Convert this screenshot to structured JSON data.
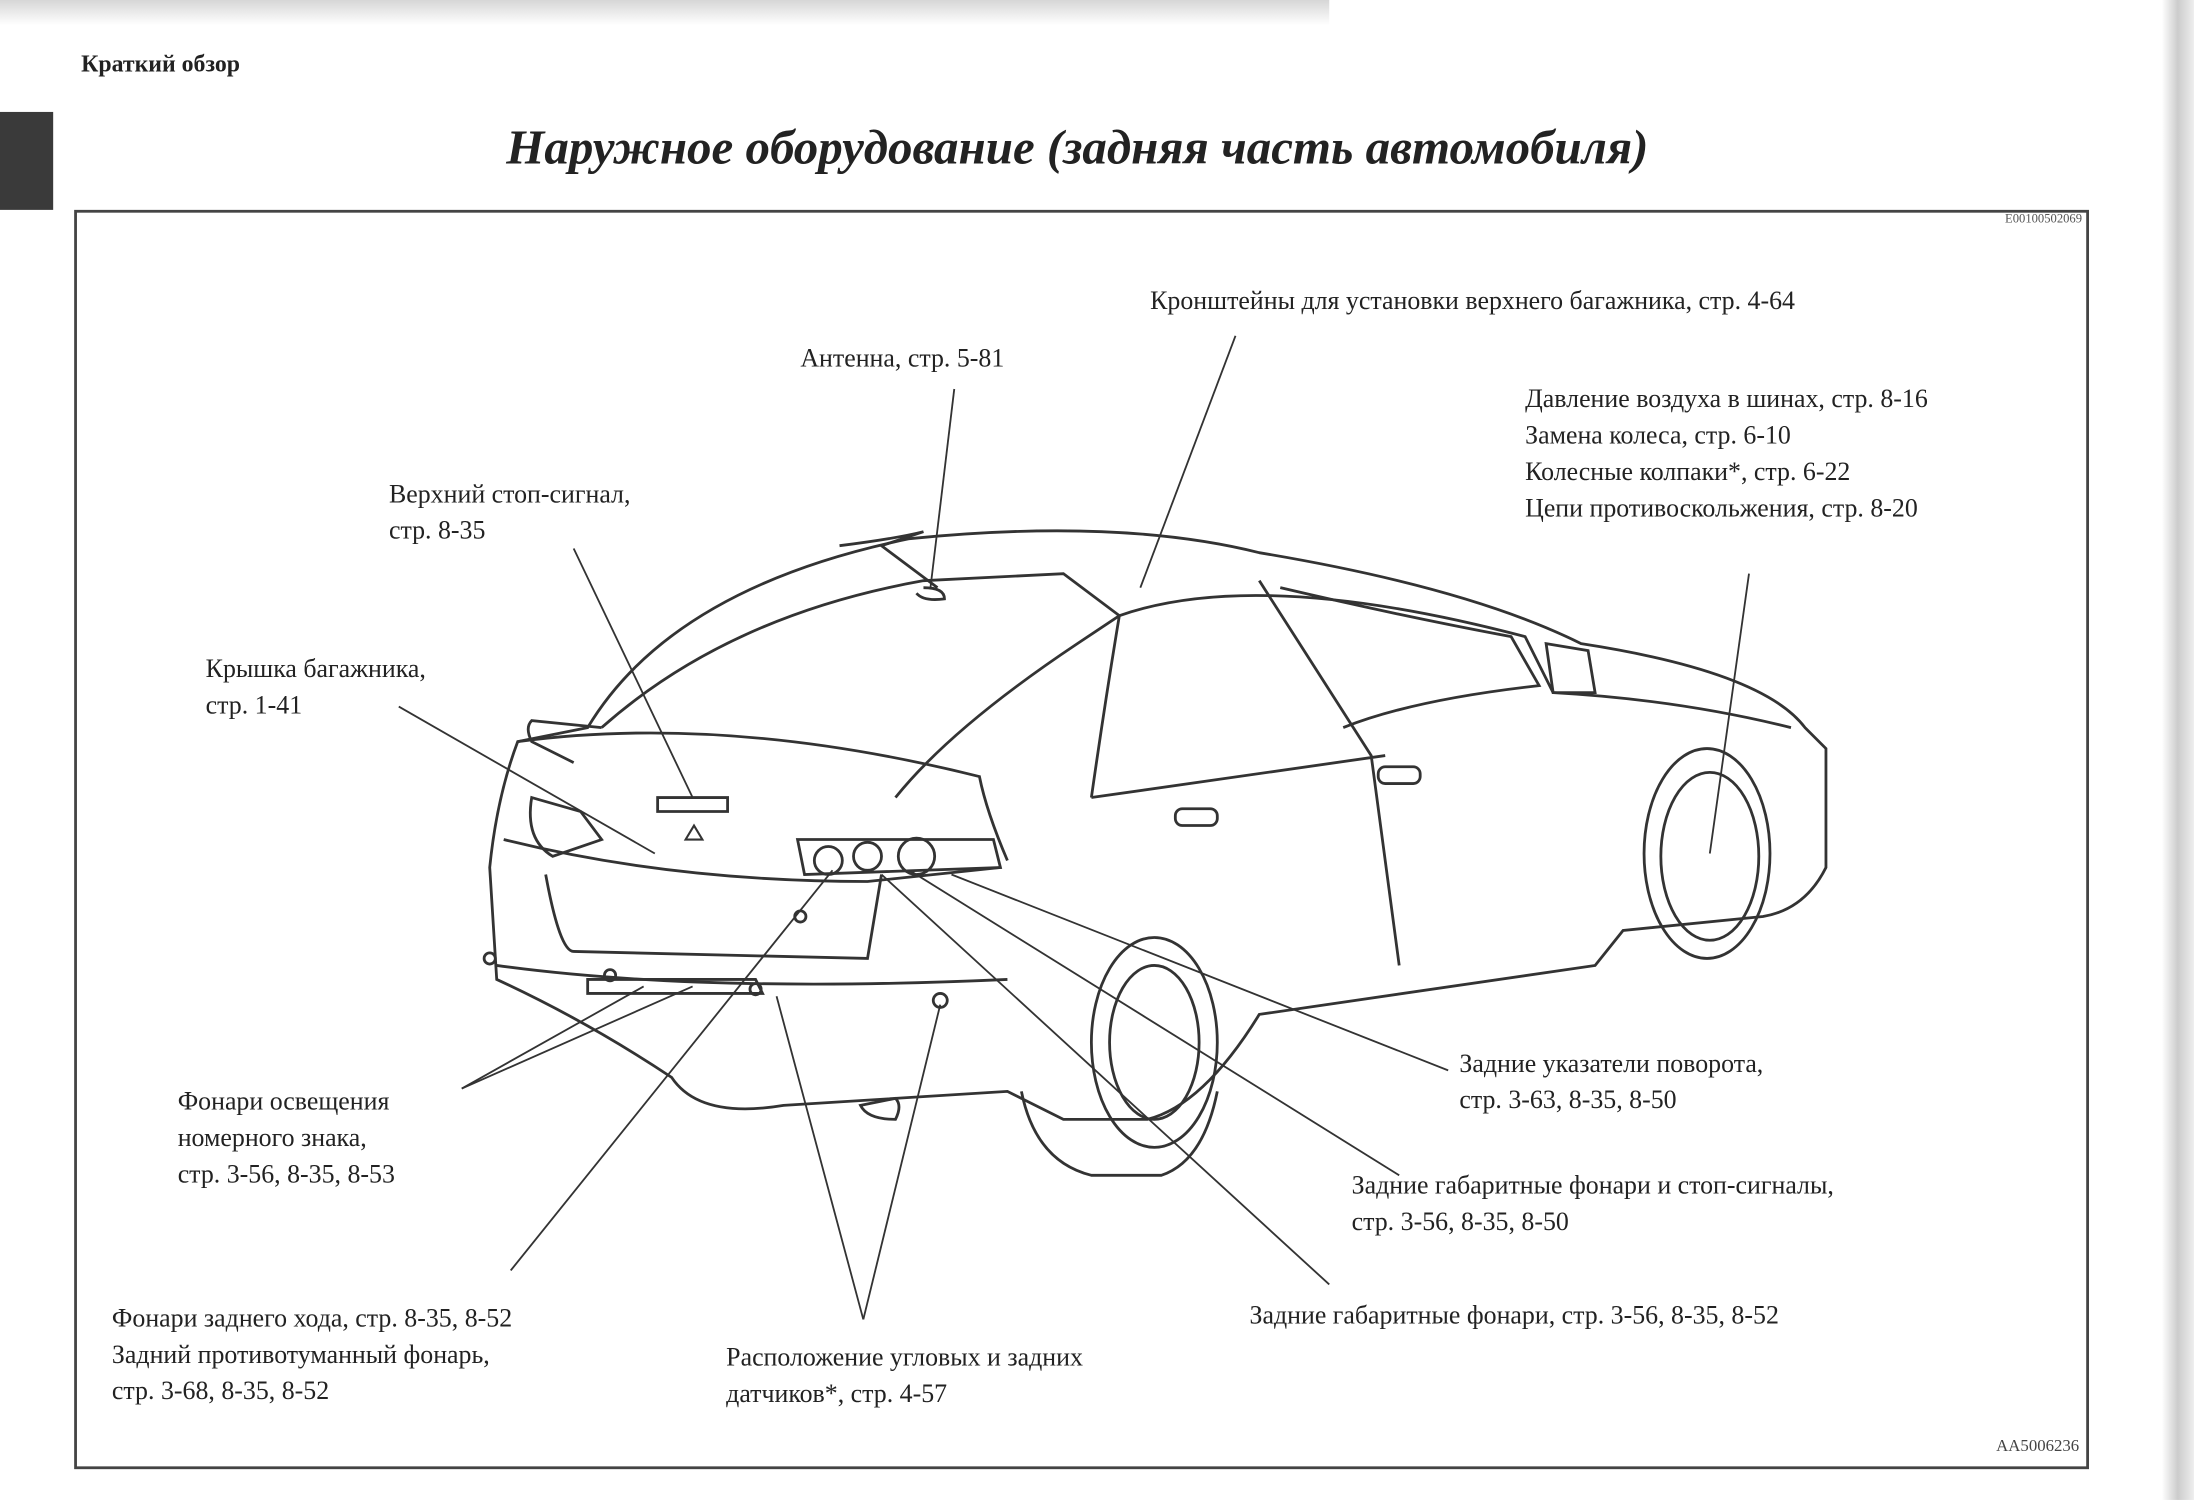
{
  "header": {
    "section": "Краткий обзор",
    "title": "Наружное оборудование (задняя часть автомобиля)",
    "code": "E00100502069"
  },
  "labels": {
    "roof": "Кронштейны для установки верхнего багажника, стр. 4-64",
    "antenna": "Антенна, стр. 5-81",
    "tires": [
      "Давление воздуха в шинах, стр. 8-16",
      "Замена колеса, стр. 6-10",
      "Колесные колпаки*, стр. 6-22",
      "Цепи противоскольжения, стр. 8-20"
    ],
    "brake": [
      "Верхний стоп-сигнал,",
      "стр. 8-35"
    ],
    "trunk": [
      "Крышка багажника,",
      "стр. 1-41"
    ],
    "plate": [
      "Фонари освещения",
      "номерного знака,",
      "стр. 3-56, 8-35, 8-53"
    ],
    "turn": [
      "Задние указатели поворота,",
      "стр. 3-63, 8-35, 8-50"
    ],
    "tailstop": [
      "Задние габаритные фонари и стоп-сигналы,",
      "стр. 3-56, 8-35, 8-50"
    ],
    "tail": "Задние габаритные фонари, стр. 3-56, 8-35, 8-52",
    "reverse": [
      "Фонари заднего хода, стр. 8-35, 8-52",
      "Задний противотуманный фонарь,",
      "стр. 3-68, 8-35, 8-52"
    ],
    "sensors": [
      "Расположение угловых и задних",
      "датчиков*, стр. 4-57"
    ]
  },
  "figure_id": "AA5006236"
}
